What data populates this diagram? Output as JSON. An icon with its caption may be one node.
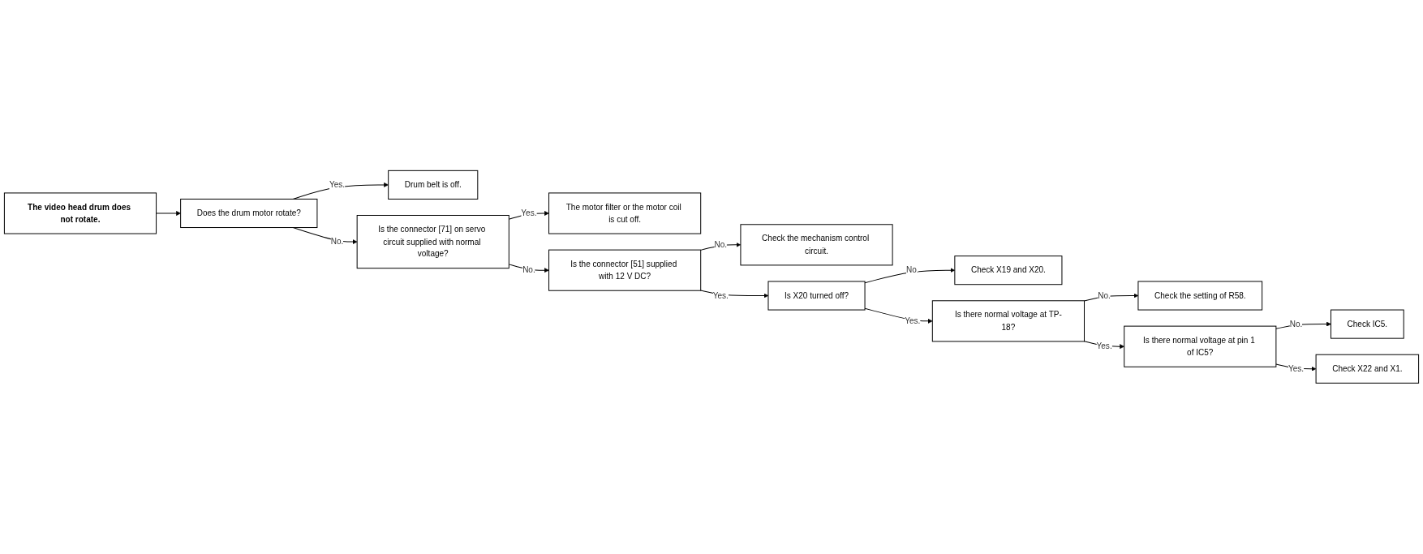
{
  "diagram": {
    "nodes": [
      {
        "text": [
          "The video head drum does not rotate."
        ]
      },
      {
        "text": [
          "Does the drum motor rotate?"
        ]
      },
      {
        "text": [
          "Drum belt is off."
        ]
      },
      {
        "text": [
          "Is the connector [71] on servo circuit supplied with normal voltage?"
        ]
      },
      {
        "text": [
          "The motor filter or the motor coil is cut off."
        ]
      },
      {
        "text": [
          "Is the connector [51] supplied with 12 V DC?"
        ]
      },
      {
        "text": [
          "Check the mechanism control circuit."
        ]
      },
      {
        "text": [
          "Is X20 turned off?"
        ]
      },
      {
        "text": [
          "Check X19 and X20."
        ]
      },
      {
        "text": [
          "Is there normal voltage at TP-18?"
        ]
      },
      {
        "text": [
          "Check the setting of R58."
        ]
      },
      {
        "text": [
          "Is there normal voltage at pin 1 of IC5?"
        ]
      },
      {
        "text": [
          "Check IC5."
        ]
      },
      {
        "text": [
          "Check X22 and X1."
        ]
      }
    ],
    "edges": [
      {
        "from": 0,
        "to": 1,
        "arrow": "to"
      },
      {
        "from": 1,
        "to": 3,
        "arrow": "to",
        "label": "No."
      },
      {
        "from": 1,
        "to": 2,
        "arrow": "to",
        "label": "Yes."
      },
      {
        "from": 3,
        "to": 5,
        "arrow": "to",
        "label": "No."
      },
      {
        "from": 3,
        "to": 4,
        "arrow": "to",
        "label": "Yes."
      },
      {
        "from": 5,
        "to": 6,
        "arrow": "to",
        "label": "No."
      },
      {
        "from": 5,
        "to": 7,
        "arrow": "to",
        "label": "Yes."
      },
      {
        "from": 7,
        "to": 8,
        "arrow": "to",
        "label": "No."
      },
      {
        "from": 7,
        "to": 9,
        "arrow": "to",
        "label": "Yes."
      },
      {
        "from": 9,
        "to": 10,
        "arrow": "to",
        "label": "No."
      },
      {
        "from": 9,
        "to": 11,
        "arrow": "to",
        "label": "Yes."
      },
      {
        "from": 11,
        "to": 12,
        "arrow": "to",
        "label": "No."
      },
      {
        "from": 11,
        "to": 13,
        "arrow": "to",
        "label": "Yes."
      }
    ]
  }
}
